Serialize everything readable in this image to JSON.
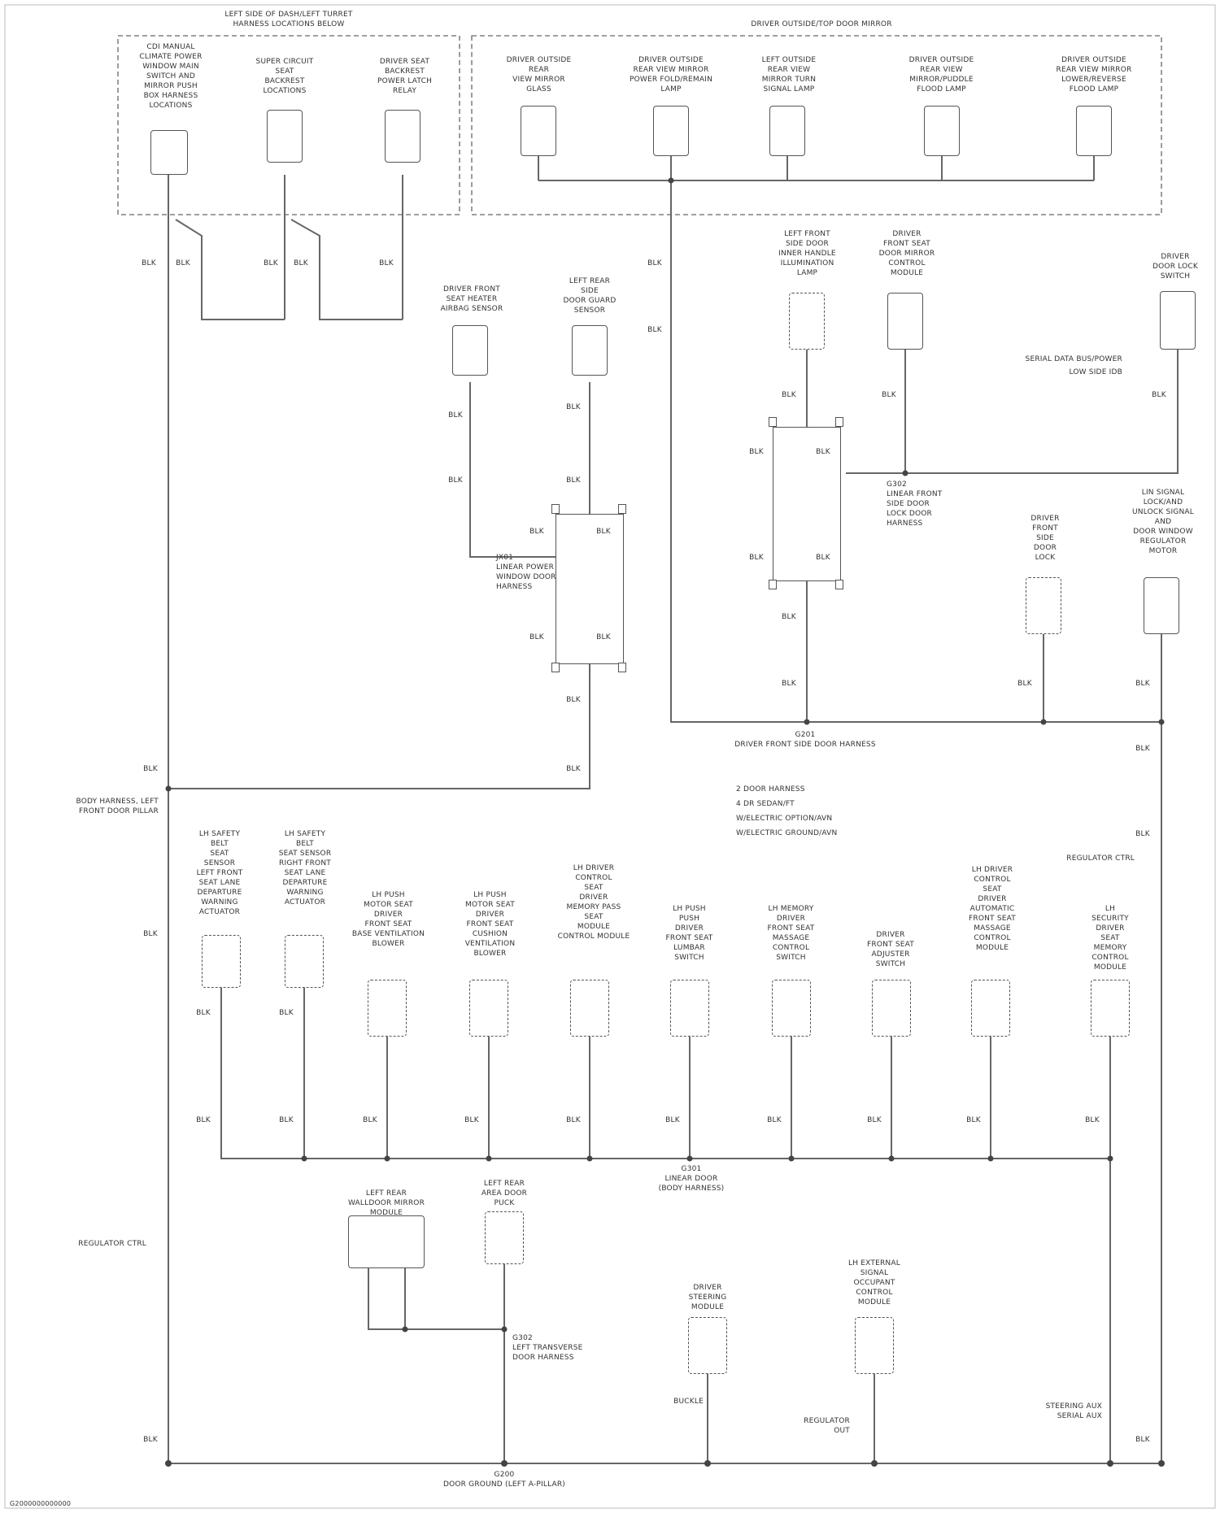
{
  "sections": {
    "left_group": "LEFT SIDE OF DASH/LEFT TURRET\nHARNESS LOCATIONS BELOW",
    "right_group": "DRIVER OUTSIDE/TOP DOOR MIRROR"
  },
  "components": {
    "c1": "CDI MANUAL\nCLIMATE POWER\nWINDOW MAIN\nSWITCH AND\nMIRROR PUSH\nBOX HARNESS\nLOCATIONS",
    "c2": "SUPER CIRCUIT\nSEAT\nBACKREST\nLOCATIONS",
    "c3": "DRIVER SEAT\nBACKREST\nPOWER LATCH\nRELAY",
    "c4": "DRIVER OUTSIDE\nREAR\nVIEW MIRROR\nGLASS",
    "c5": "DRIVER OUTSIDE\nREAR VIEW MIRROR\nPOWER FOLD/REMAIN\nLAMP",
    "c6": "LEFT OUTSIDE\nREAR VIEW\nMIRROR TURN\nSIGNAL LAMP",
    "c7": "DRIVER OUTSIDE\nREAR VIEW\nMIRROR/PUDDLE\nFLOOD LAMP",
    "c8": "DRIVER OUTSIDE\nREAR VIEW MIRROR\nLOWER/REVERSE\nFLOOD LAMP",
    "c9": "DRIVER FRONT\nSEAT HEATER\nAIRBAG SENSOR",
    "c10": "LEFT REAR\nSIDE\nDOOR GUARD\nSENSOR",
    "c11": "LEFT FRONT\nSIDE DOOR\nINNER HANDLE\nILLUMINATION\nLAMP",
    "c12": "DRIVER\nFRONT SEAT\nDOOR MIRROR\nCONTROL\nMODULE",
    "c13": "DRIVER\nDOOR LOCK\nSWITCH",
    "c14": "DRIVER\nFRONT\nSIDE\nDOOR\nLOCK",
    "c15": "LIN SIGNAL\nLOCK/AND\nUNLOCK SIGNAL\nAND\nDOOR WINDOW\nREGULATOR\nMOTOR",
    "b1": "LH SAFETY\nBELT\nSEAT\nSENSOR\nLEFT FRONT\nSEAT LANE\nDEPARTURE\nWARNING\nACTUATOR",
    "b2": "LH SAFETY\nBELT\nSEAT SENSOR\nRIGHT FRONT\nSEAT LANE\nDEPARTURE\nWARNING\nACTUATOR",
    "b3": "LH PUSH\nMOTOR SEAT\nDRIVER\nFRONT SEAT\nBASE VENTILATION\nBLOWER",
    "b4": "LH PUSH\nMOTOR SEAT\nDRIVER\nFRONT SEAT\nCUSHION\nVENTILATION\nBLOWER",
    "b5": "LH DRIVER\nCONTROL\nSEAT\nDRIVER\nMEMORY PASS\nSEAT\nMODULE\nCONTROL MODULE",
    "b6": "LH PUSH\nPUSH\nDRIVER\nFRONT SEAT\nLUMBAR\nSWITCH",
    "b7": "LH MEMORY\nDRIVER\nFRONT SEAT\nMASSAGE\nCONTROL\nSWITCH",
    "b8": "DRIVER\nFRONT SEAT\nADJUSTER\nSWITCH",
    "b9": "LH DRIVER\nCONTROL\nSEAT\nDRIVER\nAUTOMATIC\nFRONT SEAT\nMASSAGE\nCONTROL\nMODULE",
    "b10": "LH\nSECURITY\nDRIVER\nSEAT\nMEMORY\nCONTROL\nMODULE",
    "d1": "LEFT REAR\nWALLDOOR MIRROR\nMODULE",
    "d2": "LEFT REAR\nAREA DOOR\nPUCK",
    "d3": "DRIVER\nSTEERING\nMODULE",
    "d4": "LH EXTERNAL\nSIGNAL\nOCCUPANT\nCONTROL\nMODULE"
  },
  "splices": {
    "s1": "JX01\nLINEAR POWER\nWINDOW DOOR\nHARNESS",
    "s2": "G302\nLINEAR FRONT\nSIDE DOOR\nLOCK DOOR\nHARNESS",
    "s3": "G301\nLINEAR DOOR\n(BODY HARNESS)",
    "s4": "G302\nLEFT TRANSVERSE\nDOOR HARNESS",
    "ground_main": "G200\nDOOR GROUND (LEFT A-PILLAR)"
  },
  "notes": {
    "ground_top": "G201\nDRIVER FRONT SIDE DOOR HARNESS",
    "body_harness": "BODY HARNESS, LEFT\nFRONT DOOR PILLAR",
    "serial_data": "SERIAL DATA BUS/POWER",
    "low_side": "LOW SIDE IDB",
    "regulator_ctrl": "REGULATOR CTRL",
    "regulator_ctrl2": "REGULATOR CTRL",
    "buckle": "BUCKLE",
    "regulator_out": "REGULATOR\nOUT",
    "steering_aux": "STEERING AUX\nSERIAL AUX",
    "footer": "G2000000000000"
  },
  "legend": [
    "2 DOOR HARNESS",
    "4 DR SEDAN/FT",
    "W/ELECTRIC OPTION/AVN",
    "W/ELECTRIC GROUND/AVN"
  ],
  "wire_labels": {
    "w1": "BLK",
    "w2": "BLK",
    "w3": "BLK",
    "w4": "BLK",
    "w5": "BLK",
    "w6": "BLK",
    "w7": "BLK",
    "w8": "BLK",
    "w9": "BLK",
    "w10": "BLK",
    "w11": "BLK",
    "w12": "BLK",
    "w13": "BLK",
    "w14": "BLK",
    "w15": "BLK",
    "w16": "BLK",
    "w17": "BLK",
    "w18": "BLK",
    "w19": "BLK",
    "w20": "BLK",
    "w21": "BLK",
    "w22": "BLK",
    "w23": "BLK",
    "w24": "BLK",
    "w25": "BLK",
    "w26": "BLK",
    "w27": "BLK",
    "w28": "BLK",
    "w29": "BLK",
    "w30": "BLK",
    "w31": "BLK",
    "w32": "BLK",
    "w33": "BLK",
    "w34": "BLK",
    "w35": "BLK",
    "w36": "BLK",
    "w37": "BLK",
    "w38": "BLK",
    "w39": "BLK",
    "w40": "BLK",
    "w41": "BLK",
    "w42": "BLK",
    "w43": "BLK",
    "w44": "BLK",
    "w45": "BLK",
    "w46": "BLK"
  },
  "colors": {
    "wire": "#555555",
    "text": "#333333",
    "background": "#ffffff"
  }
}
